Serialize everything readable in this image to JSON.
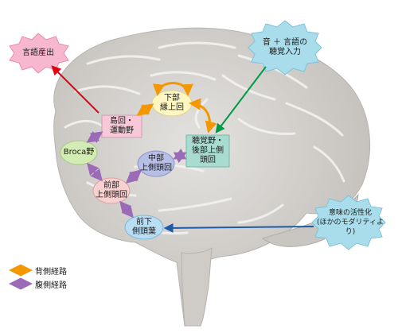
{
  "nodes": {
    "speech_output": "言語産出",
    "sound_plus_words": "音 ＋ 言語の\n聴覚入力",
    "insula_motor": "島回・\n運動野",
    "inferior_supramarginal": "下部\n縁上回",
    "broca": "Broca野",
    "auditory_posterior_stg": "聴覚野・\n後部上側\n頭回",
    "middle_stg": "中部\n上側頭回",
    "anterior_stg": "前部\n上側頭回",
    "anterior_inferior_temporal": "前下\n側頭葉",
    "semantic_activation": "意味の活性化\n(ほかのモダリティより)"
  },
  "legend": {
    "dorsal": "背側経路",
    "ventral": "腹側経路"
  },
  "colors": {
    "dorsal_arrow": "#f39800",
    "ventral_arrow": "#9b6bb8",
    "red_arrow": "#e60012",
    "green_arrow": "#009944",
    "blue_arrow": "#1d5aa8",
    "brain_fill": "#d2d0cc",
    "pink_burst": "#f7b8cf",
    "cyan_burst": "#a9ddec"
  }
}
